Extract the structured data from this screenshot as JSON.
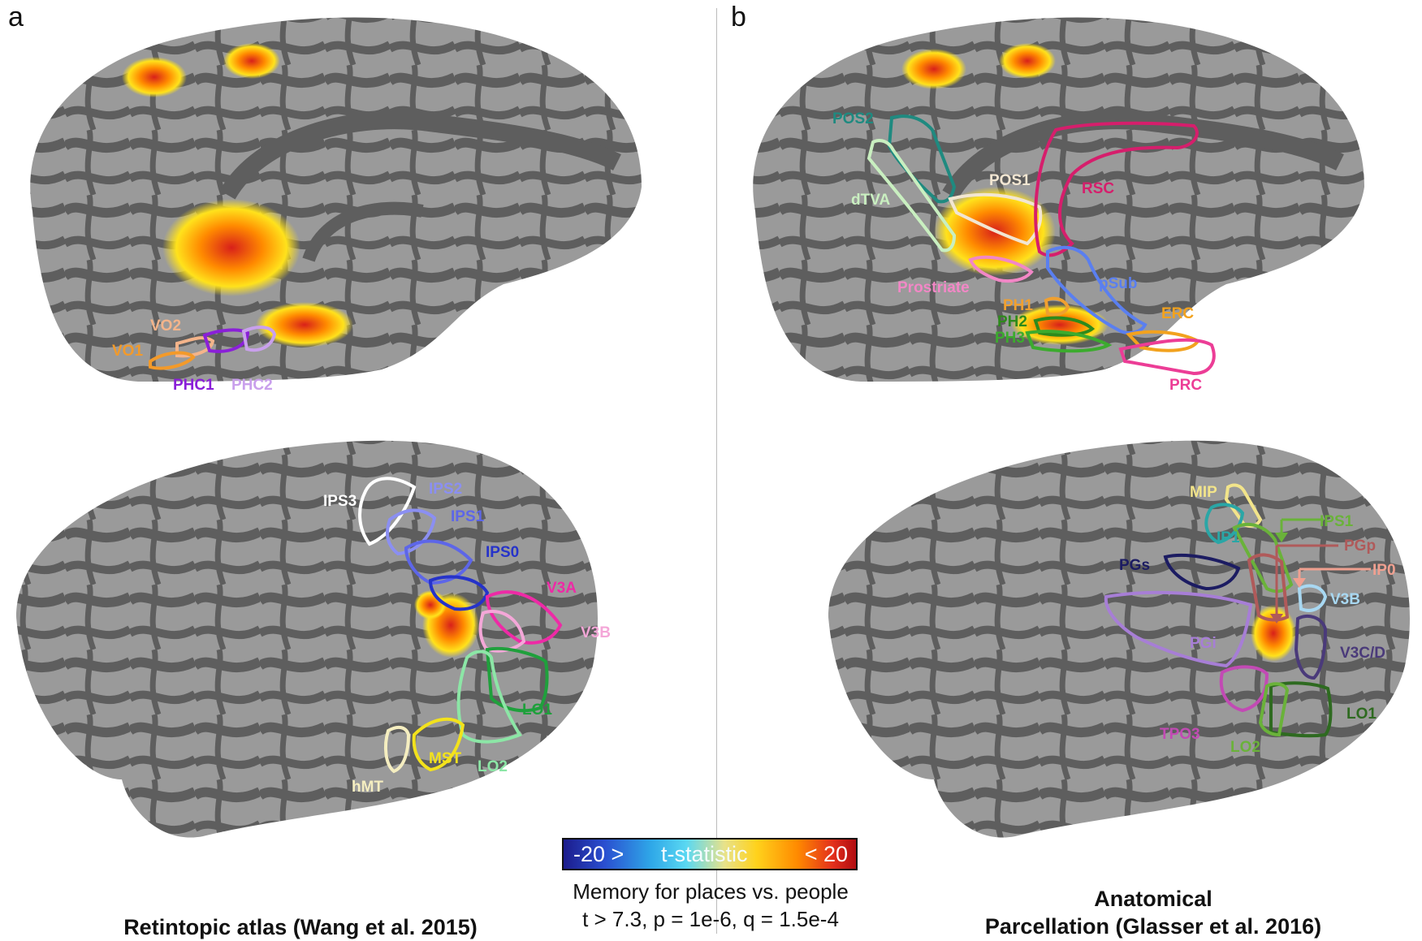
{
  "panels": {
    "a": {
      "label": "a",
      "caption": "Retintopic atlas (Wang et al. 2015)",
      "medial_rois": [
        {
          "name": "VO2",
          "color": "#f4b48a"
        },
        {
          "name": "VO1",
          "color": "#f39a2a"
        },
        {
          "name": "PHC1",
          "color": "#8a1fd8"
        },
        {
          "name": "PHC2",
          "color": "#c9a0ec"
        }
      ],
      "lateral_rois": [
        {
          "name": "IPS3",
          "color": "#ffffff"
        },
        {
          "name": "IPS2",
          "color": "#8b8ff2"
        },
        {
          "name": "IPS1",
          "color": "#5d66e8"
        },
        {
          "name": "IPS0",
          "color": "#2633c9"
        },
        {
          "name": "V3A",
          "color": "#ee2aa6"
        },
        {
          "name": "V3B",
          "color": "#f4a7d8"
        },
        {
          "name": "LO1",
          "color": "#1fa03c"
        },
        {
          "name": "LO2",
          "color": "#8ce6a6"
        },
        {
          "name": "MST",
          "color": "#f3e21c"
        },
        {
          "name": "hMT",
          "color": "#f5eec0"
        }
      ]
    },
    "b": {
      "label": "b",
      "caption_line1": "Anatomical",
      "caption_line2": "Parcellation (Glasser et al. 2016)",
      "medial_rois": [
        {
          "name": "POS2",
          "color": "#1f8a80"
        },
        {
          "name": "POS1",
          "color": "#f2e6d2"
        },
        {
          "name": "dTVA",
          "color": "#c9efc0"
        },
        {
          "name": "RSC",
          "color": "#d61e6c"
        },
        {
          "name": "Prostriate",
          "color": "#f287c6"
        },
        {
          "name": "pSub",
          "color": "#5a7ff0"
        },
        {
          "name": "PH1",
          "color": "#f0a030"
        },
        {
          "name": "PH2",
          "color": "#2e8a1c"
        },
        {
          "name": "PH3",
          "color": "#3cab2e"
        },
        {
          "name": "ERC",
          "color": "#f2a21e"
        },
        {
          "name": "PRC",
          "color": "#ec3d96"
        }
      ],
      "lateral_rois": [
        {
          "name": "MIP",
          "color": "#f2e48a"
        },
        {
          "name": "IPS1",
          "color": "#6ab23a"
        },
        {
          "name": "IP1",
          "color": "#2aa6a6"
        },
        {
          "name": "PGp",
          "color": "#b05a5a"
        },
        {
          "name": "PGs",
          "color": "#1c1c62"
        },
        {
          "name": "IP0",
          "color": "#f0a090"
        },
        {
          "name": "V3B",
          "color": "#a8d8f2"
        },
        {
          "name": "PGi",
          "color": "#a77ed6"
        },
        {
          "name": "V3C/D",
          "color": "#4a3a7a"
        },
        {
          "name": "LO1",
          "color": "#2e6a20"
        },
        {
          "name": "TPO3",
          "color": "#c24ab4"
        },
        {
          "name": "LO2",
          "color": "#6ab23a"
        }
      ]
    }
  },
  "colorbar": {
    "left_label": "-20 >",
    "center_label": "t-statistic",
    "right_label": "< 20"
  },
  "stat_title": "Memory for places vs. people",
  "stat_thresholds": "t > 7.3, p = 1e-6, q = 1.5e-4"
}
